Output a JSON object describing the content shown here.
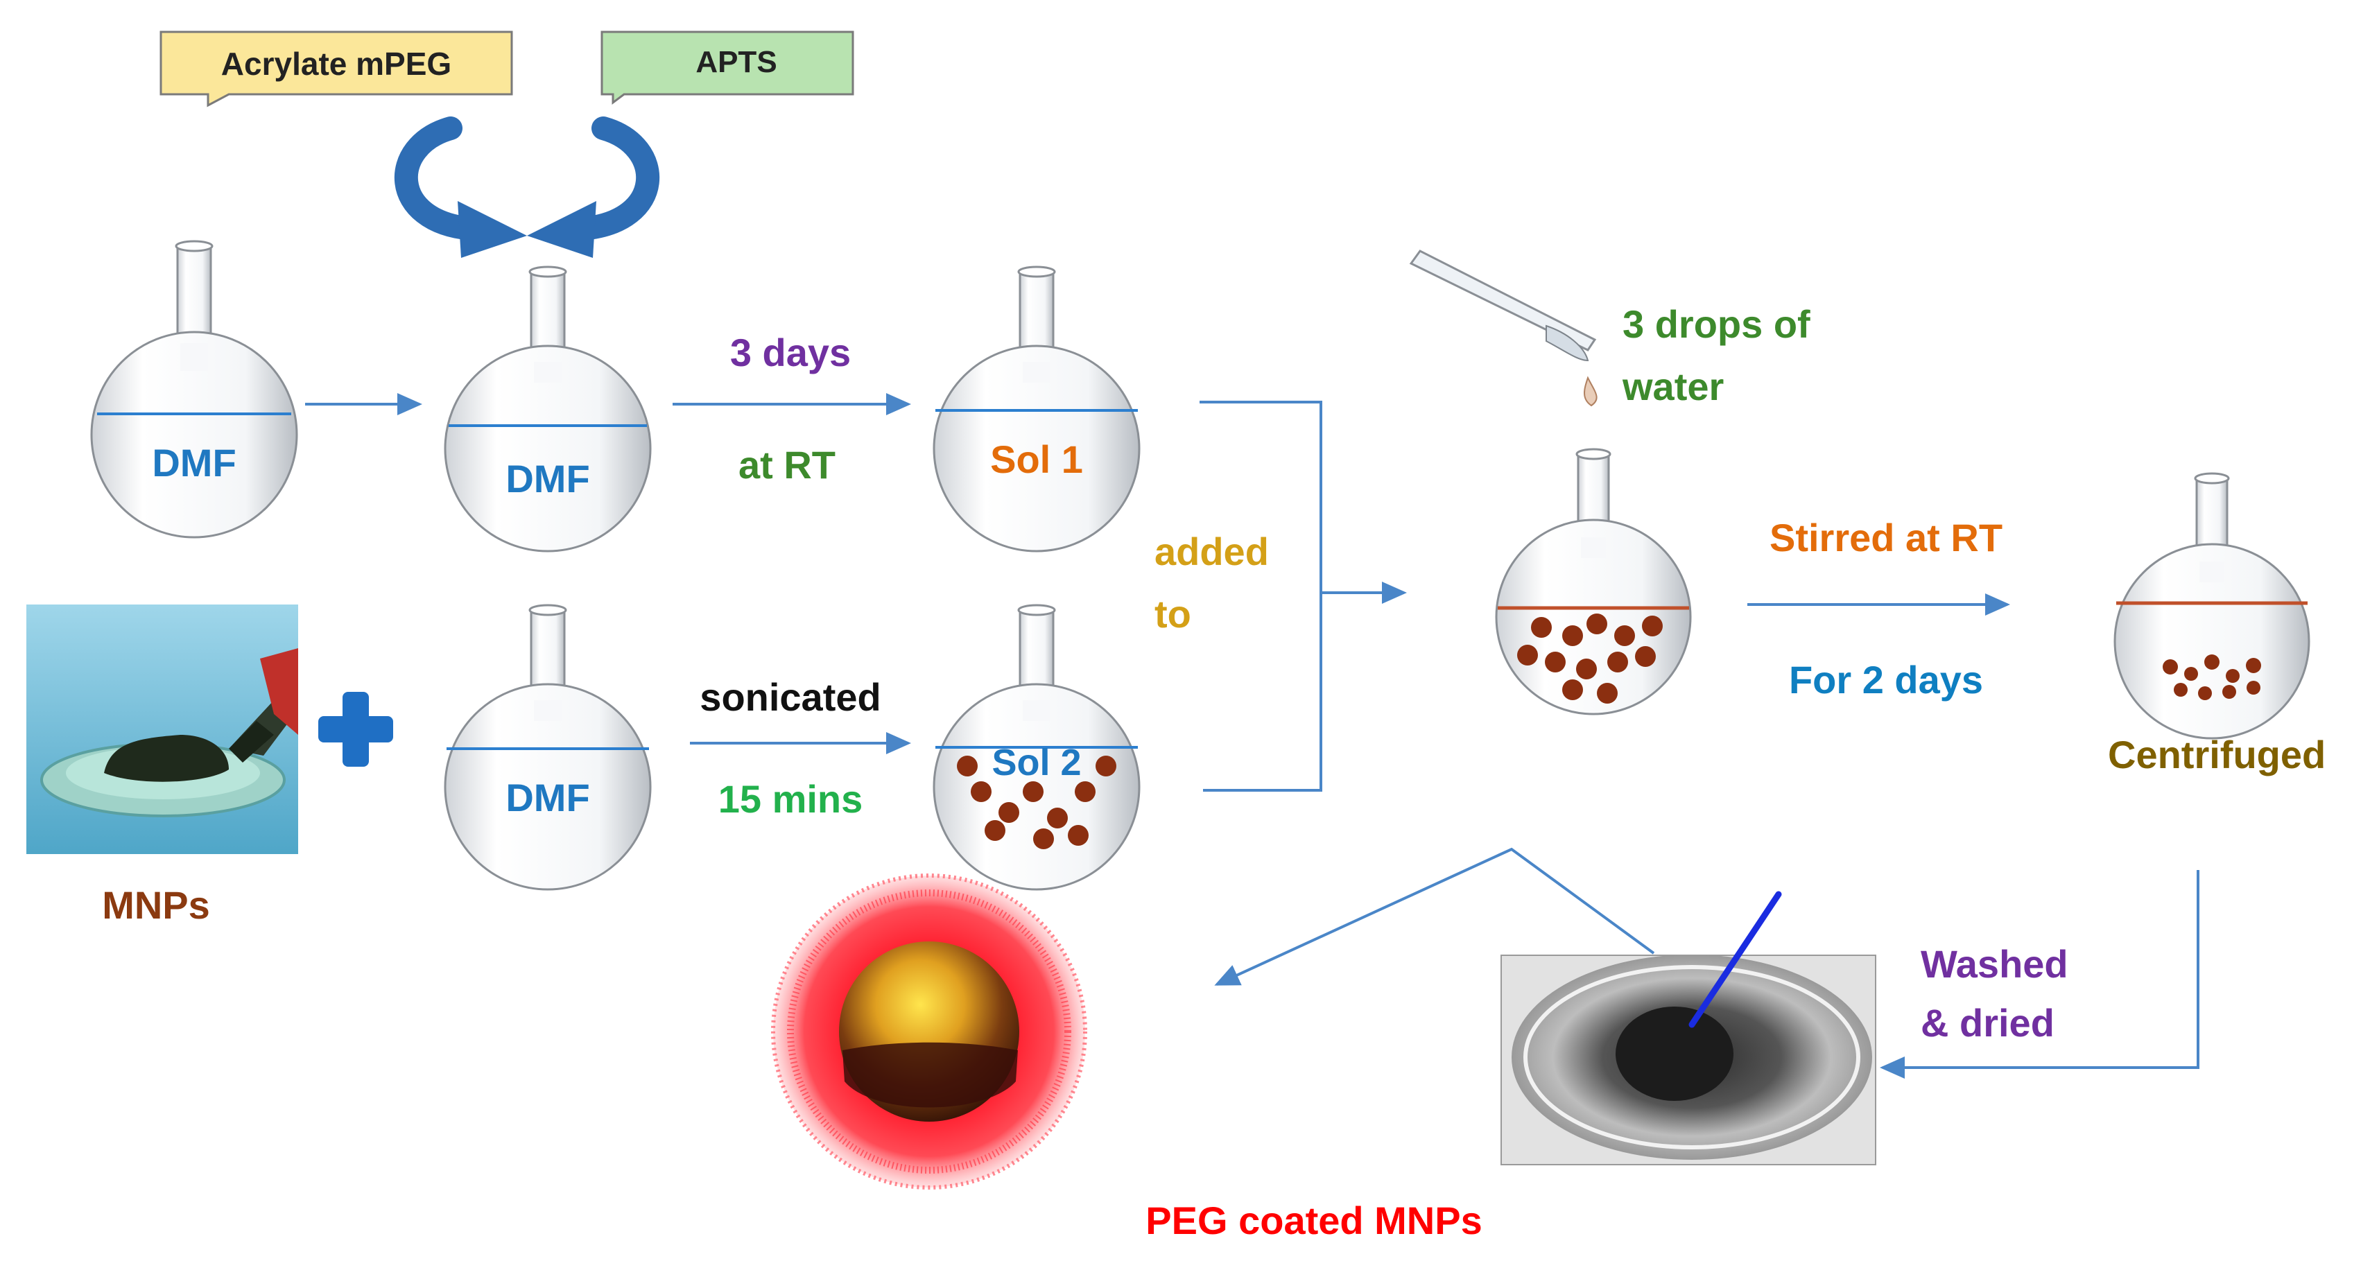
{
  "reagents": {
    "acrylate": "Acrylate mPEG",
    "apts": "APTS"
  },
  "flasks": {
    "dmf1": "DMF",
    "dmf2": "DMF",
    "sol1": "Sol 1",
    "dmf3": "DMF",
    "sol2": "Sol 2"
  },
  "steps": {
    "days3": "3 days",
    "atRT": "at RT",
    "sonicated": "sonicated",
    "mins15": "15 mins",
    "added1": "added",
    "added2": "to",
    "drops1": "3 drops of",
    "drops2": "water",
    "stirred": "Stirred at RT",
    "for2days": "For 2 days",
    "centrifuged": "Centrifuged",
    "washed1": "Washed",
    "washed2": "& dried"
  },
  "labels": {
    "mnps": "MNPs",
    "pegMnps": "PEG coated MNPs"
  },
  "colors": {
    "arrow": "#4a86c8",
    "dmfText": "#1f78c1",
    "sol1Text": "#e36c0a",
    "purple": "#7030a0",
    "green": "#3d8a2c",
    "brightGreen": "#22b14c",
    "gold": "#d4a017",
    "darkGold": "#7f6000",
    "orange": "#e36c0a",
    "blue": "#0f7fc1",
    "brown": "#8b3a10",
    "red": "#ff0000",
    "curveArrow": "#2e6db4",
    "plus": "#1f6fc4"
  }
}
